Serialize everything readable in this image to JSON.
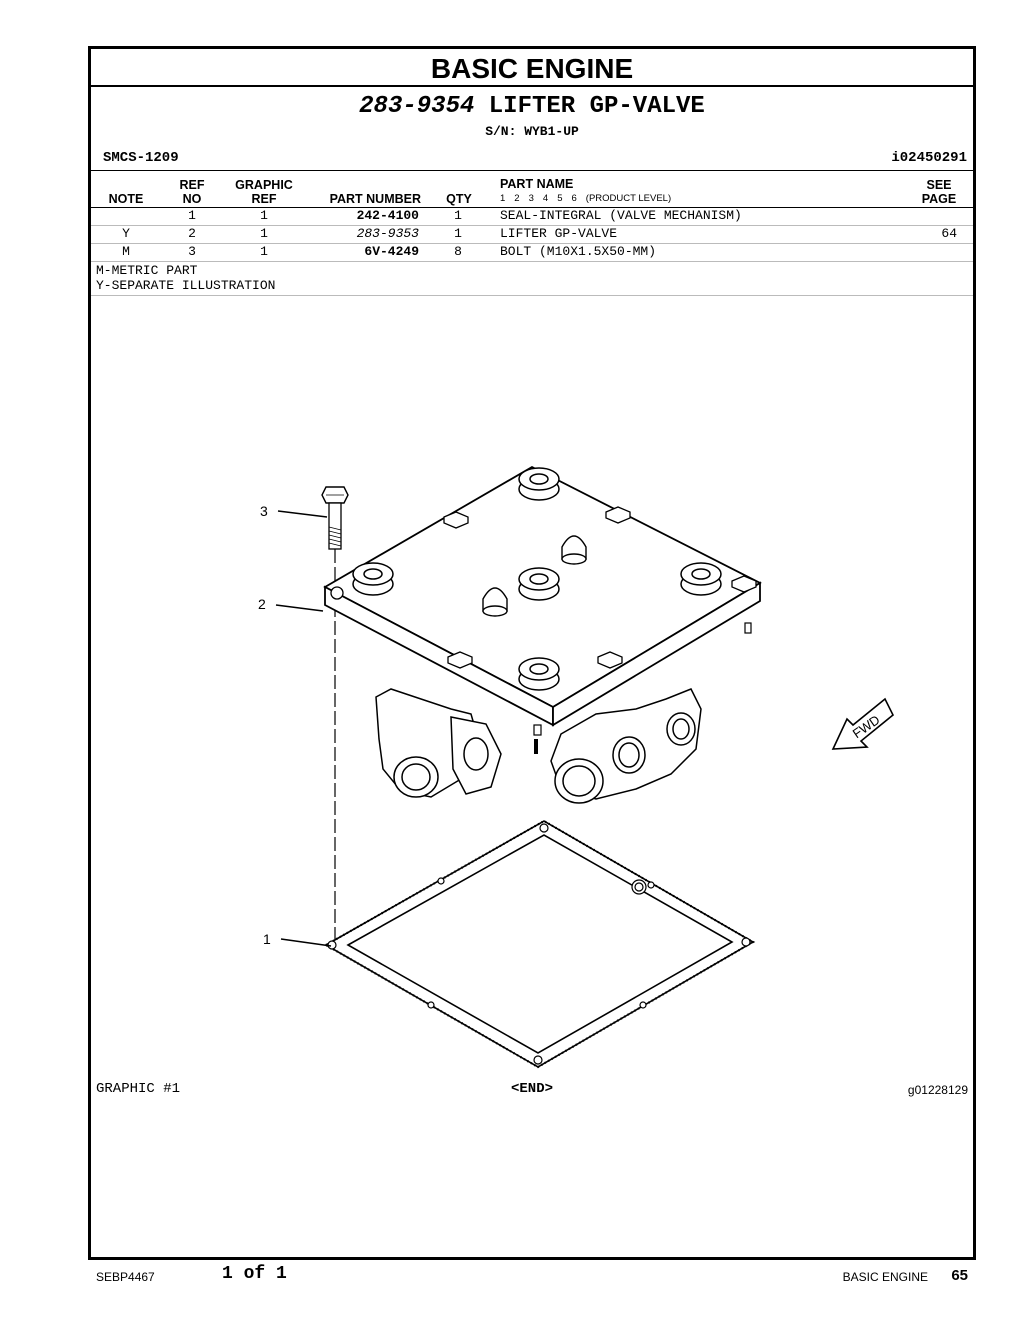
{
  "section_title": "BASIC ENGINE",
  "group": {
    "number": "283-9354",
    "name": "LIFTER GP-VALVE",
    "serial": "S/N: WYB1-UP"
  },
  "smcs": "SMCS-1209",
  "illustration_id": "i02450291",
  "table": {
    "headers": {
      "note": "NOTE",
      "ref_top": "REF",
      "ref_bottom": "NO",
      "graphic_top": "GRAPHIC",
      "graphic_bottom": "REF",
      "part_number": "PART NUMBER",
      "qty": "QTY",
      "part_name": "PART NAME",
      "levels": [
        "1",
        "2",
        "3",
        "4",
        "5",
        "6",
        "(PRODUCT LEVEL)"
      ],
      "see_top": "SEE",
      "see_bottom": "PAGE"
    },
    "rows": [
      {
        "note": "",
        "ref": "1",
        "graphic_ref": "1",
        "part_number": "242-4100",
        "qty": "1",
        "part_name": "SEAL-INTEGRAL (VALVE MECHANISM)",
        "see_page": ""
      },
      {
        "note": "Y",
        "ref": "2",
        "graphic_ref": "1",
        "part_number": "283-9353",
        "qty": "1",
        "part_name": "LIFTER GP-VALVE",
        "see_page": "64"
      },
      {
        "note": "M",
        "ref": "3",
        "graphic_ref": "1",
        "part_number": "6V-4249",
        "qty": "8",
        "part_name": "BOLT (M10X1.5X50-MM)",
        "see_page": ""
      }
    ]
  },
  "legend": [
    "M-METRIC PART",
    "Y-SEPARATE ILLUSTRATION"
  ],
  "figure": {
    "callouts": [
      "3",
      "2",
      "1"
    ],
    "fwd_label": "FWD",
    "graphic_label": "GRAPHIC #1",
    "end_label": "<END>",
    "graphic_number": "g01228129"
  },
  "footer": {
    "doc": "SEBP4467",
    "page_of": "1 of 1",
    "section": "BASIC ENGINE",
    "page_number": "65"
  }
}
